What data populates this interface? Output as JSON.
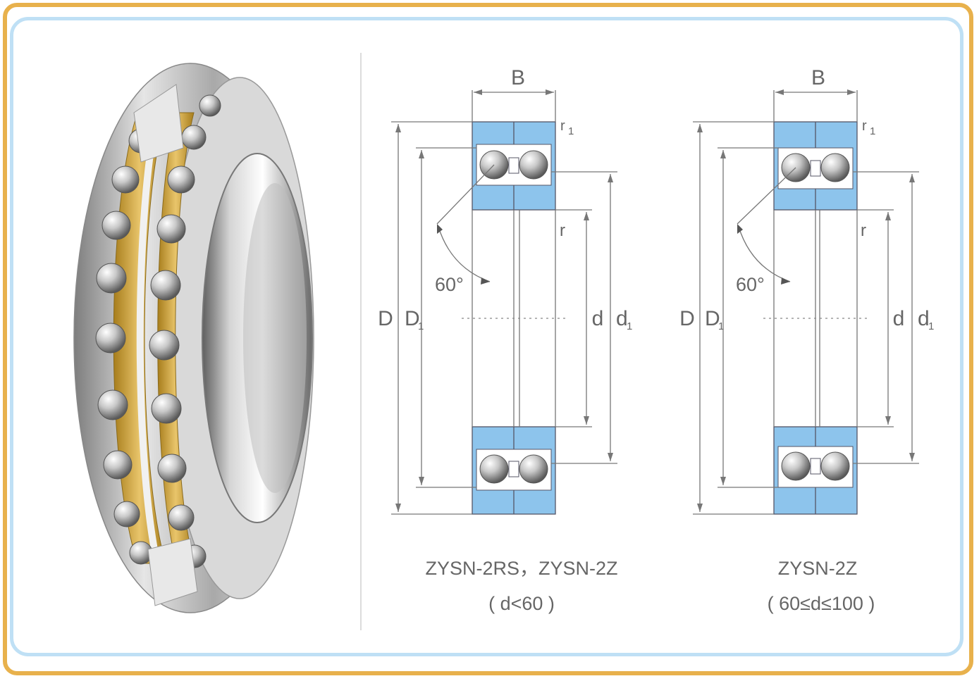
{
  "colors": {
    "outer_frame": "#e8b14c",
    "inner_frame": "#bfe0f5",
    "ring_section": "#8dc4ec",
    "cage": "#d7a93a",
    "steel": "#c9c9c9"
  },
  "photo": {
    "subject": "bearing-photo"
  },
  "drawings": [
    {
      "labels": {
        "B": "B",
        "r1": "r",
        "r1_sub": "1",
        "r": "r",
        "D": "D",
        "D1": "D",
        "D1_sub": "1",
        "d": "d",
        "d1": "d",
        "d1_sub": "1",
        "angle": "60°"
      },
      "caption_line1": "ZYSN-2RS，ZYSN-2Z",
      "caption_line2": "( d<60 )"
    },
    {
      "labels": {
        "B": "B",
        "r1": "r",
        "r1_sub": "1",
        "r": "r",
        "D": "D",
        "D1": "D",
        "D1_sub": "1",
        "d": "d",
        "d1": "d",
        "d1_sub": "1",
        "angle": "60°"
      },
      "caption_line1": "ZYSN-2Z",
      "caption_line2": "( 60≤d≤100 )"
    }
  ]
}
